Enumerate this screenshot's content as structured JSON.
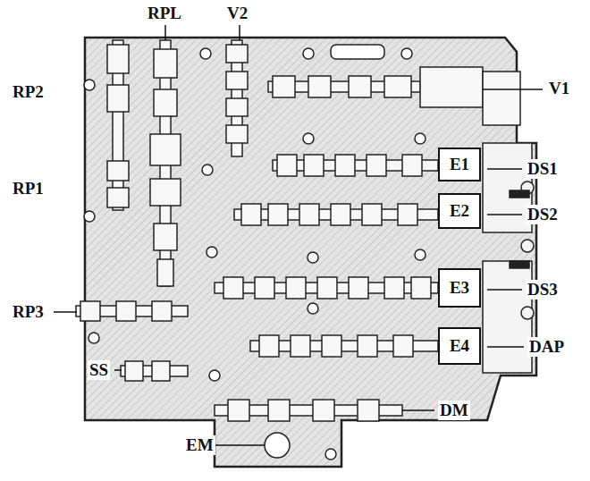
{
  "diagram": {
    "nodes": [
      {
        "text": [
          "E1"
        ]
      },
      {
        "text": [
          "E2"
        ]
      },
      {
        "text": [
          "E3"
        ]
      },
      {
        "text": [
          "E4"
        ]
      }
    ],
    "labels": [
      "RPL",
      "V2",
      "RP2",
      "V1",
      "RP1",
      "DS1",
      "DS2",
      "DS3",
      "RP3",
      "DAP",
      "SS",
      "DM",
      "EM"
    ]
  }
}
